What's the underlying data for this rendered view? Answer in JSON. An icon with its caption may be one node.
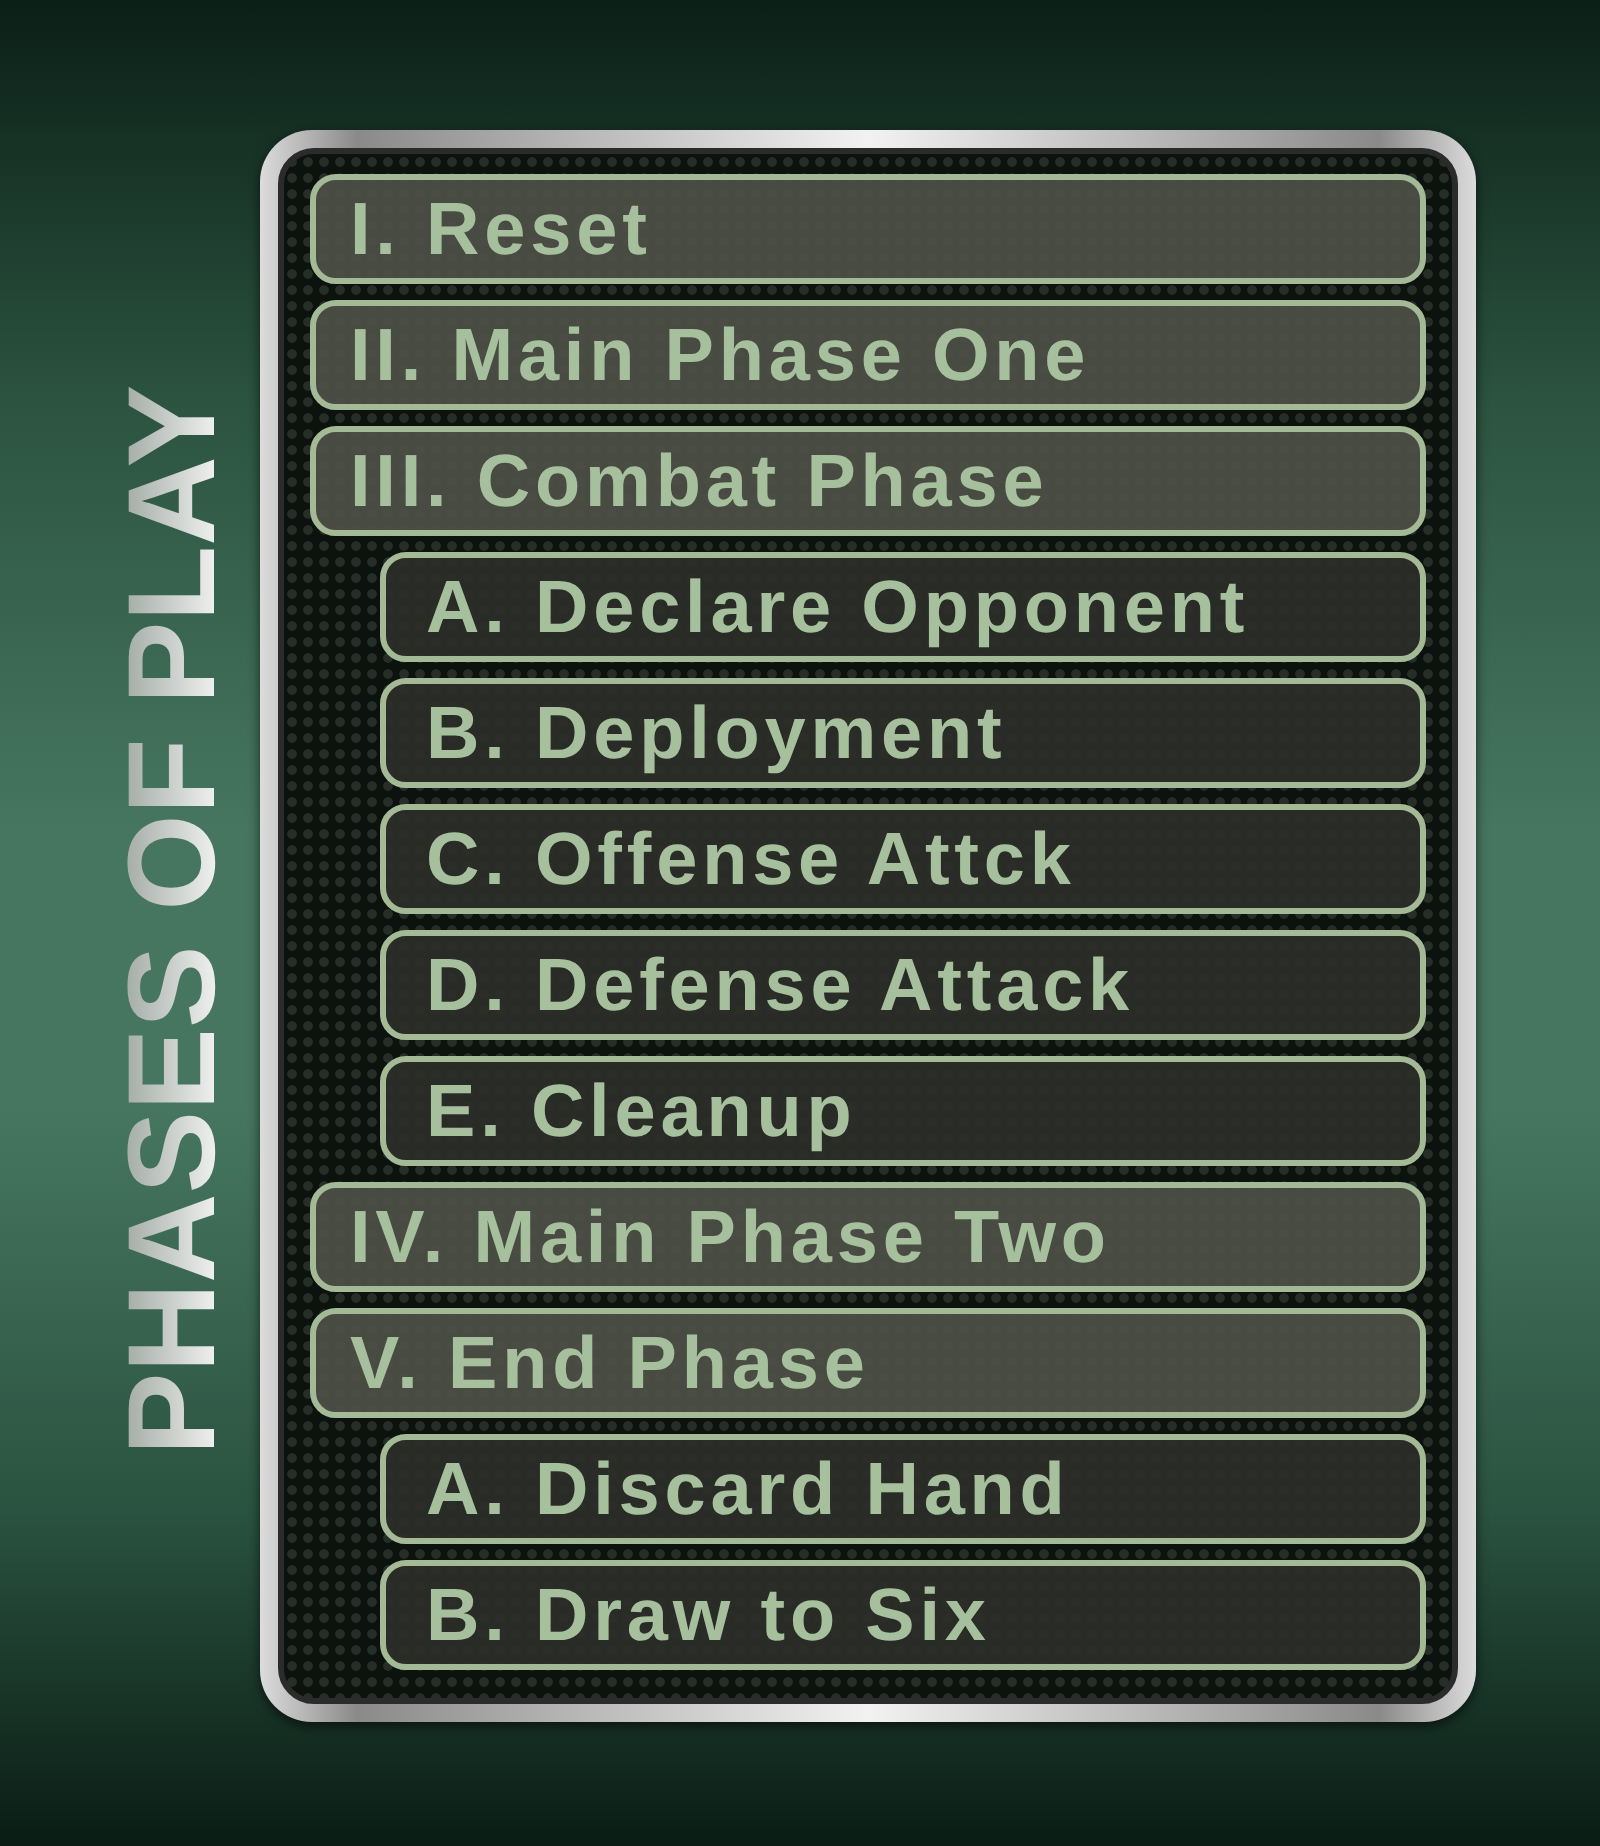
{
  "diagram": {
    "title": "PHASES OF PLAY",
    "nodes": [
      {
        "text": [
          "I. Reset"
        ]
      },
      {
        "text": [
          "II. Main Phase One"
        ]
      },
      {
        "text": [
          "III. Combat Phase"
        ]
      },
      {
        "text": [
          "A. Declare Opponent"
        ]
      },
      {
        "text": [
          "B. Deployment"
        ]
      },
      {
        "text": [
          "C. Offense Attck"
        ]
      },
      {
        "text": [
          "D. Defense Attack"
        ]
      },
      {
        "text": [
          "E. Cleanup"
        ]
      },
      {
        "text": [
          "IV. Main Phase Two"
        ]
      },
      {
        "text": [
          "V. End Phase"
        ]
      },
      {
        "text": [
          "A. Discard Hand"
        ]
      },
      {
        "text": [
          "B. Draw to Six"
        ]
      }
    ],
    "edges": []
  }
}
